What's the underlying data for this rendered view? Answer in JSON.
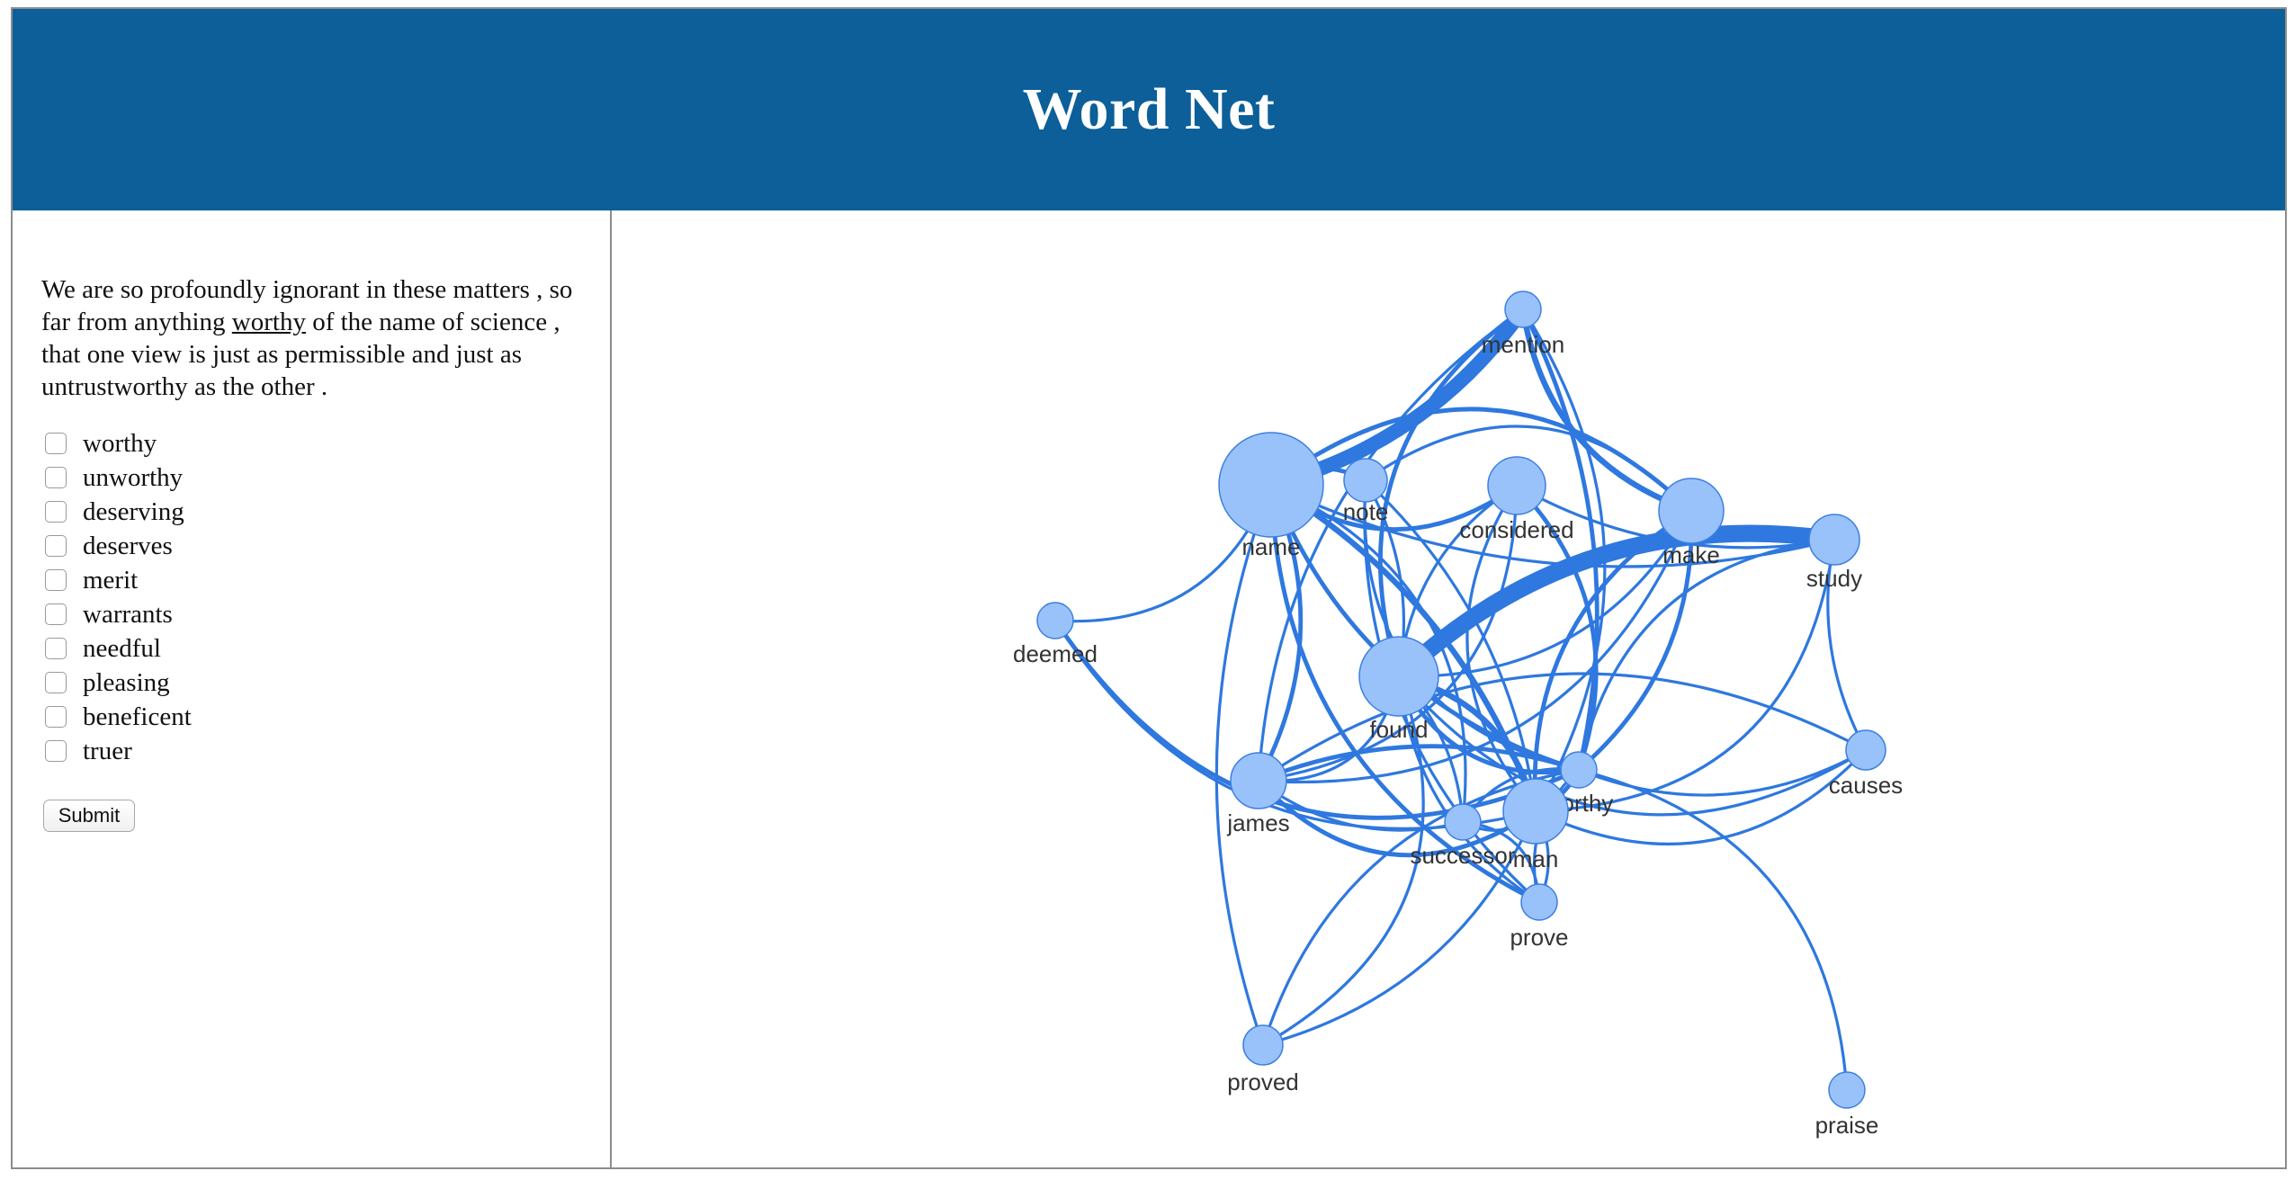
{
  "app": {
    "title": "Word Net"
  },
  "sentence": {
    "before": "We are so profoundly ignorant in these matters , so far from anything ",
    "target": "worthy",
    "after": " of the name of science , that one view is just as permissible and just as untrustworthy as the other ."
  },
  "options": [
    {
      "label": "worthy",
      "checked": false
    },
    {
      "label": "unworthy",
      "checked": false
    },
    {
      "label": "deserving",
      "checked": false
    },
    {
      "label": "deserves",
      "checked": false
    },
    {
      "label": "merit",
      "checked": false
    },
    {
      "label": "warrants",
      "checked": false
    },
    {
      "label": "needful",
      "checked": false
    },
    {
      "label": "pleasing",
      "checked": false
    },
    {
      "label": "beneficent",
      "checked": false
    },
    {
      "label": "truer",
      "checked": false
    }
  ],
  "submit_label": "Submit",
  "graph": {
    "colors": {
      "node_fill": "#99c2fb",
      "node_stroke": "#3d7fe0",
      "edge": "#2e78df"
    },
    "nodes": [
      {
        "id": "mention",
        "label": "mention"
      },
      {
        "id": "name",
        "label": "name"
      },
      {
        "id": "note",
        "label": "note"
      },
      {
        "id": "considered",
        "label": "considered"
      },
      {
        "id": "make",
        "label": "make"
      },
      {
        "id": "study",
        "label": "study"
      },
      {
        "id": "deemed",
        "label": "deemed"
      },
      {
        "id": "found",
        "label": "found"
      },
      {
        "id": "causes",
        "label": "causes"
      },
      {
        "id": "worthy",
        "label": "worthy"
      },
      {
        "id": "james",
        "label": "james"
      },
      {
        "id": "successor",
        "label": "successor"
      },
      {
        "id": "man",
        "label": "man"
      },
      {
        "id": "prove",
        "label": "prove"
      },
      {
        "id": "proved",
        "label": "proved"
      },
      {
        "id": "praise",
        "label": "praise"
      }
    ],
    "edges": [
      {
        "source": "name",
        "target": "mention",
        "weight": 10
      },
      {
        "source": "found",
        "target": "study",
        "weight": 12
      },
      {
        "source": "mention",
        "target": "make",
        "weight": 4
      },
      {
        "source": "name",
        "target": "deemed",
        "weight": 2
      },
      {
        "source": "deemed",
        "target": "worthy",
        "weight": 3
      },
      {
        "source": "name",
        "target": "man",
        "weight": 4
      },
      {
        "source": "name",
        "target": "worthy",
        "weight": 3
      },
      {
        "source": "found",
        "target": "man",
        "weight": 4
      },
      {
        "source": "found",
        "target": "worthy",
        "weight": 3
      },
      {
        "source": "found",
        "target": "james",
        "weight": 2
      },
      {
        "source": "found",
        "target": "note",
        "weight": 2
      },
      {
        "source": "found",
        "target": "considered",
        "weight": 2
      },
      {
        "source": "found",
        "target": "make",
        "weight": 2
      },
      {
        "source": "found",
        "target": "mention",
        "weight": 3
      },
      {
        "source": "found",
        "target": "causes",
        "weight": 2
      },
      {
        "source": "found",
        "target": "successor",
        "weight": 2
      },
      {
        "source": "found",
        "target": "prove",
        "weight": 2
      },
      {
        "source": "name",
        "target": "note",
        "weight": 3
      },
      {
        "source": "name",
        "target": "considered",
        "weight": 3
      },
      {
        "source": "name",
        "target": "make",
        "weight": 3
      },
      {
        "source": "name",
        "target": "study",
        "weight": 2
      },
      {
        "source": "name",
        "target": "james",
        "weight": 3
      },
      {
        "source": "name",
        "target": "prove",
        "weight": 3
      },
      {
        "source": "name",
        "target": "successor",
        "weight": 2
      },
      {
        "source": "note",
        "target": "worthy",
        "weight": 2
      },
      {
        "source": "note",
        "target": "man",
        "weight": 2
      },
      {
        "source": "note",
        "target": "prove",
        "weight": 2
      },
      {
        "source": "considered",
        "target": "worthy",
        "weight": 3
      },
      {
        "source": "considered",
        "target": "man",
        "weight": 2
      },
      {
        "source": "considered",
        "target": "james",
        "weight": 2
      },
      {
        "source": "considered",
        "target": "study",
        "weight": 2
      },
      {
        "source": "make",
        "target": "worthy",
        "weight": 3
      },
      {
        "source": "make",
        "target": "man",
        "weight": 3
      },
      {
        "source": "make",
        "target": "james",
        "weight": 2
      },
      {
        "source": "make",
        "target": "note",
        "weight": 2
      },
      {
        "source": "mention",
        "target": "worthy",
        "weight": 3
      },
      {
        "source": "mention",
        "target": "james",
        "weight": 2
      },
      {
        "source": "mention",
        "target": "man",
        "weight": 2
      },
      {
        "source": "study",
        "target": "worthy",
        "weight": 2
      },
      {
        "source": "study",
        "target": "man",
        "weight": 2
      },
      {
        "source": "study",
        "target": "causes",
        "weight": 2
      },
      {
        "source": "causes",
        "target": "worthy",
        "weight": 2
      },
      {
        "source": "causes",
        "target": "james",
        "weight": 2
      },
      {
        "source": "causes",
        "target": "man",
        "weight": 2
      },
      {
        "source": "james",
        "target": "man",
        "weight": 3
      },
      {
        "source": "james",
        "target": "worthy",
        "weight": 3
      },
      {
        "source": "james",
        "target": "successor",
        "weight": 2
      },
      {
        "source": "successor",
        "target": "worthy",
        "weight": 2
      },
      {
        "source": "successor",
        "target": "man",
        "weight": 2
      },
      {
        "source": "successor",
        "target": "prove",
        "weight": 2
      },
      {
        "source": "man",
        "target": "worthy",
        "weight": 3
      },
      {
        "source": "man",
        "target": "prove",
        "weight": 2
      },
      {
        "source": "worthy",
        "target": "prove",
        "weight": 2
      },
      {
        "source": "worthy",
        "target": "praise",
        "weight": 2
      },
      {
        "source": "proved",
        "target": "found",
        "weight": 2
      },
      {
        "source": "proved",
        "target": "name",
        "weight": 2
      },
      {
        "source": "proved",
        "target": "man",
        "weight": 2
      },
      {
        "source": "proved",
        "target": "worthy",
        "weight": 2
      },
      {
        "source": "deemed",
        "target": "man",
        "weight": 2
      }
    ]
  }
}
